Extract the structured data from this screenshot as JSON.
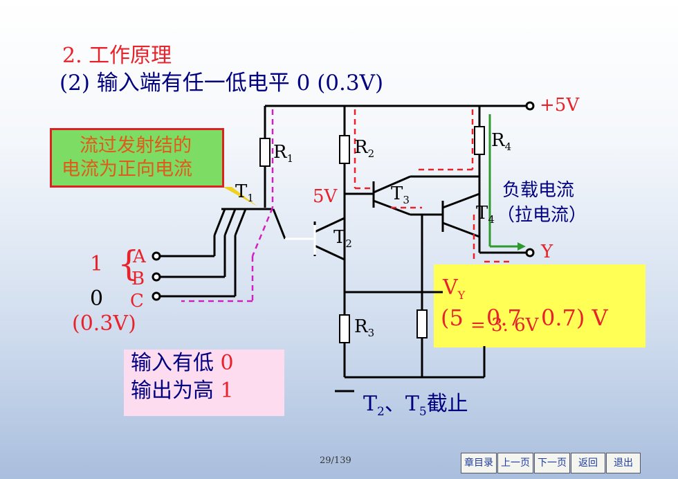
{
  "title": {
    "section": "2. 工作原理",
    "subtitle": "(2) 输入端有任一低电平 0 (0.3V)"
  },
  "note_box": {
    "line1": "流过发射结的",
    "line2": "电流为正向电流"
  },
  "supply": "+5V",
  "components": {
    "R1": "R",
    "R1_sub": "1",
    "R2": "R",
    "R2_sub": "2",
    "R3": "R",
    "R3_sub": "3",
    "R4": "R",
    "R4_sub": "4",
    "T1": "T",
    "T1_sub": "1",
    "T2": "T",
    "T2_sub": "2",
    "T3": "T",
    "T3_sub": "3",
    "T4": "T",
    "T4_sub": "4"
  },
  "node_voltage": "5V",
  "load_current": {
    "line1": "负载电流",
    "line2": "（拉电流）"
  },
  "output_label": "Y",
  "inputs": {
    "high_value": "1",
    "low_value": "0",
    "low_volts": "(0.3V)",
    "a": "A",
    "b": "B",
    "c": "C"
  },
  "vy_box": {
    "label": "V",
    "label_sub": "Y",
    "formula_left": "(5",
    "formula_mid": "0.7",
    "formula_right": "0.7) V",
    "result": "= 3. 6V"
  },
  "summary": {
    "line1_prefix": "输入有低",
    "line1_value": "0",
    "line2_prefix": "输出为高",
    "line2_value": "1"
  },
  "cutoff": {
    "t2": "T",
    "t2_sub": "2",
    "sep": "、",
    "t5": "T",
    "t5_sub": "5",
    "suffix": "截止"
  },
  "page": "29/139",
  "nav": [
    "章目录",
    "上一页",
    "下一页",
    "返回",
    "退出"
  ],
  "colors": {
    "accent_red": "#e8222a",
    "navy": "#000080",
    "green": "#7ddc64",
    "yellow": "#ffff55",
    "pink": "#fddcf0"
  }
}
